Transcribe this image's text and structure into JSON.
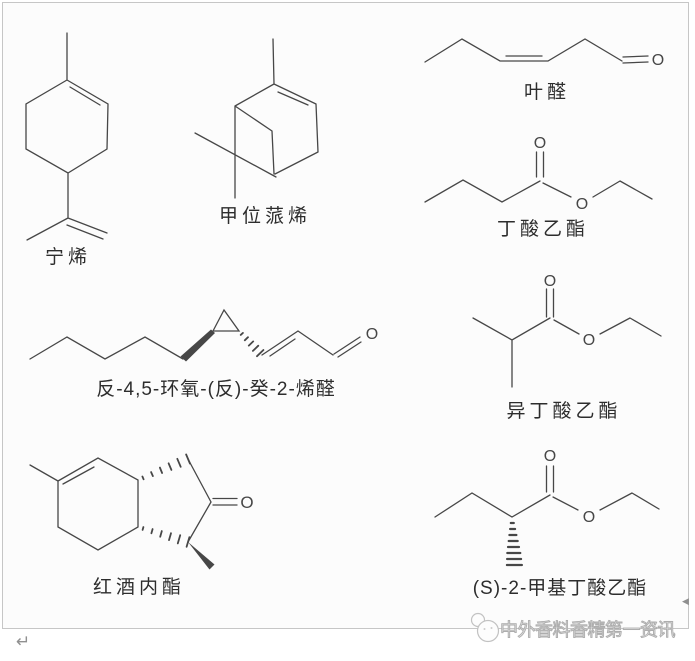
{
  "frame": {
    "border_color": "#c6c6c6",
    "background": "#fcfcfc"
  },
  "colors": {
    "structure_stroke": "#474747",
    "label_text": "#2d2d2d",
    "watermark": "#adadad"
  },
  "molecules": [
    {
      "name": "limonene",
      "label": "宁烯"
    },
    {
      "name": "alpha-pinene",
      "label": "甲位蒎烯"
    },
    {
      "name": "leaf-aldehyde",
      "label": "叶醛",
      "atoms": {
        "o1": "O"
      }
    },
    {
      "name": "ethyl-butyrate",
      "label": "丁酸乙酯",
      "atoms": {
        "o1": "O",
        "o2": "O"
      }
    },
    {
      "name": "trans-45-epoxy-trans-dec-2-enal",
      "label": "反-4,5-环氧-(反)-癸-2-烯醛",
      "atoms": {
        "o1": "O"
      }
    },
    {
      "name": "ethyl-isobutyrate",
      "label": "异丁酸乙酯",
      "atoms": {
        "o1": "O",
        "o2": "O"
      }
    },
    {
      "name": "wine-lactone",
      "label": "红酒内酯",
      "atoms": {
        "o1": "O"
      }
    },
    {
      "name": "ethyl-s-2-methylbutyrate",
      "label": "(S)-2-甲基丁酸乙酯",
      "atoms": {
        "o1": "O",
        "o2": "O"
      }
    }
  ],
  "watermark": {
    "text": "中外香料香精第一资讯"
  },
  "marks": {
    "return_mark": "↵",
    "anchor_mark": "◀"
  }
}
